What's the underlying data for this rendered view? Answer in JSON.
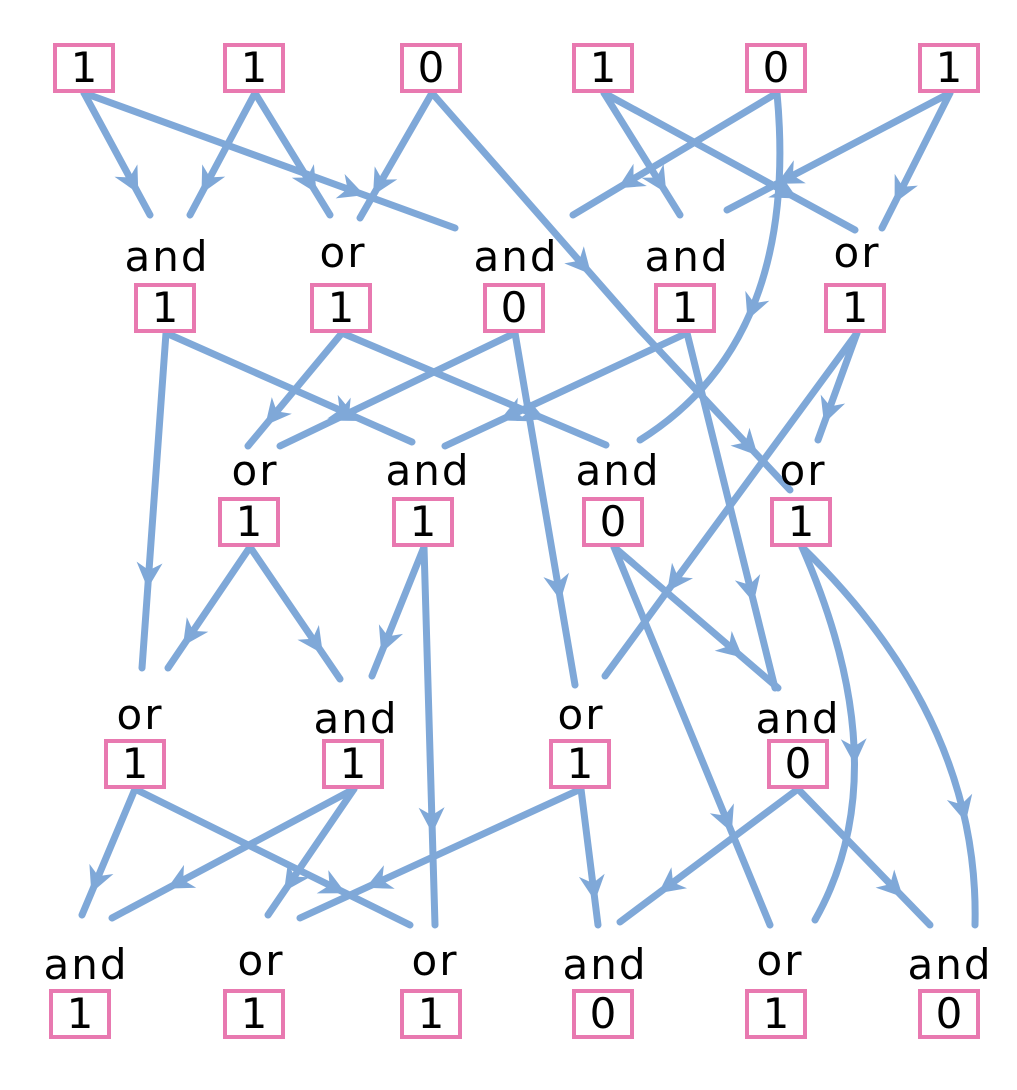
{
  "colors": {
    "box_border": "#e879b0",
    "edge": "#7fa8d8",
    "text": "#000000"
  },
  "inputs": [
    {
      "value": "1"
    },
    {
      "value": "1"
    },
    {
      "value": "0"
    },
    {
      "value": "1"
    },
    {
      "value": "0"
    },
    {
      "value": "1"
    }
  ],
  "layers": [
    [
      {
        "op": "and",
        "value": "1"
      },
      {
        "op": "or",
        "value": "1"
      },
      {
        "op": "and",
        "value": "0"
      },
      {
        "op": "and",
        "value": "1"
      },
      {
        "op": "or",
        "value": "1"
      }
    ],
    [
      {
        "op": "or",
        "value": "1"
      },
      {
        "op": "and",
        "value": "1"
      },
      {
        "op": "and",
        "value": "0"
      },
      {
        "op": "or",
        "value": "1"
      }
    ],
    [
      {
        "op": "or",
        "value": "1"
      },
      {
        "op": "and",
        "value": "1"
      },
      {
        "op": "or",
        "value": "1"
      },
      {
        "op": "and",
        "value": "0"
      }
    ],
    [
      {
        "op": "and",
        "value": "1"
      },
      {
        "op": "or",
        "value": "1"
      },
      {
        "op": "or",
        "value": "1"
      },
      {
        "op": "and",
        "value": "0"
      },
      {
        "op": "or",
        "value": "1"
      },
      {
        "op": "and",
        "value": "0"
      }
    ]
  ]
}
